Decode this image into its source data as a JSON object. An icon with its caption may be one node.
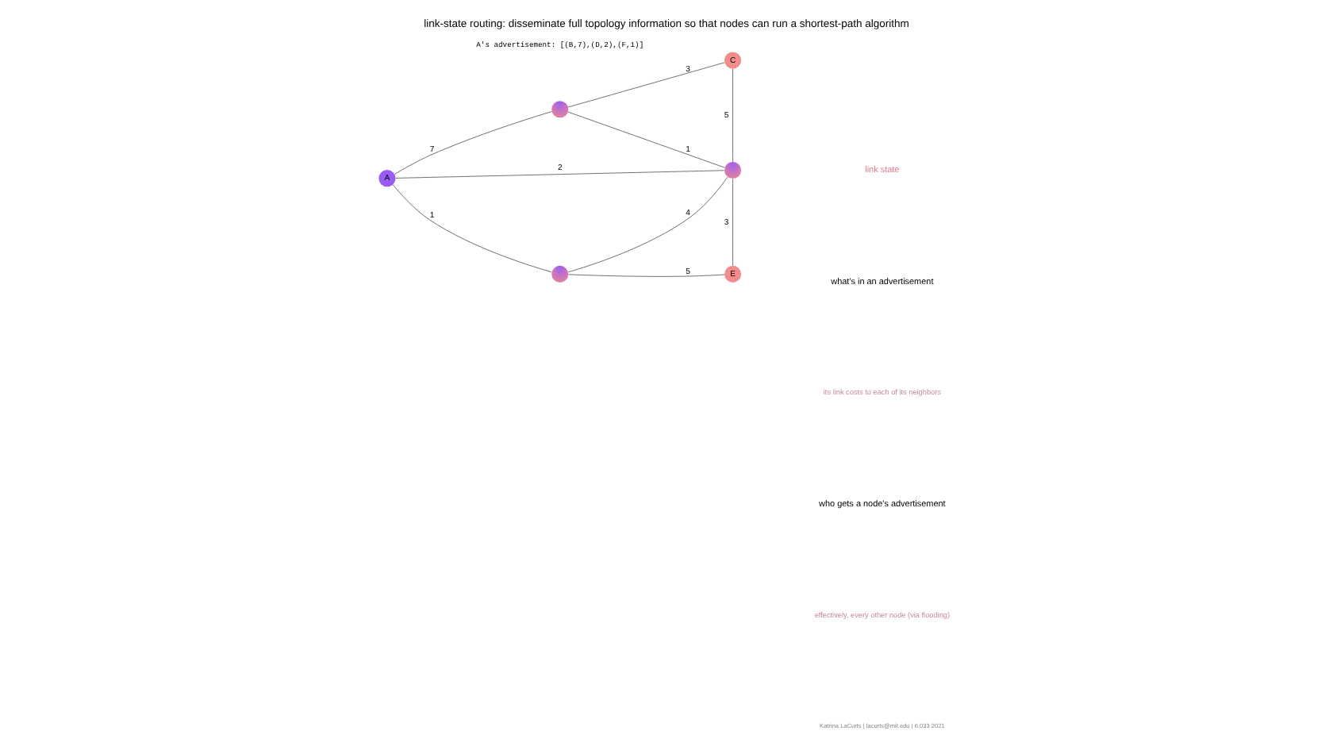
{
  "diagram": {
    "title": "link-state routing: disseminate full topology information so that nodes can run a shortest-path algorithm",
    "nodes": [
      {
        "text": [],
        "shape": "circle"
      },
      {
        "text": [
          "C"
        ]
      },
      {
        "text": [
          "A"
        ]
      },
      {
        "text": [],
        "shape": "circle"
      },
      {
        "text": [],
        "shape": "circle"
      },
      {
        "text": [
          "E"
        ]
      }
    ],
    "edges": [
      {
        "from": 2,
        "to": 0,
        "arrow": "none",
        "label": "7"
      },
      {
        "from": 0,
        "to": 1,
        "arrow": "none",
        "label": "3"
      },
      {
        "from": 0,
        "to": 3,
        "arrow": "none",
        "label": "1"
      },
      {
        "from": 2,
        "to": 3,
        "arrow": "none",
        "label": "2"
      },
      {
        "from": 1,
        "to": 3,
        "arrow": "none",
        "label": "5"
      },
      {
        "from": 2,
        "to": 4,
        "arrow": "none",
        "label": "1"
      },
      {
        "from": 4,
        "to": 3,
        "arrow": "none",
        "label": "4"
      },
      {
        "from": 3,
        "to": 5,
        "arrow": "none",
        "label": "3"
      },
      {
        "from": 4,
        "to": 5,
        "arrow": "none",
        "label": "5"
      }
    ],
    "labels": [
      "link state",
      "what's in an advertisement",
      "its link costs to each of its neighbors",
      "who gets a node's advertisement",
      "effectively, every other node (via flooding)",
      "A's advertisement: [(B,7),(D,2),(F,1)]",
      "Katrina LaCurts | lacurts@mit.edu | 6.033 2021"
    ]
  }
}
